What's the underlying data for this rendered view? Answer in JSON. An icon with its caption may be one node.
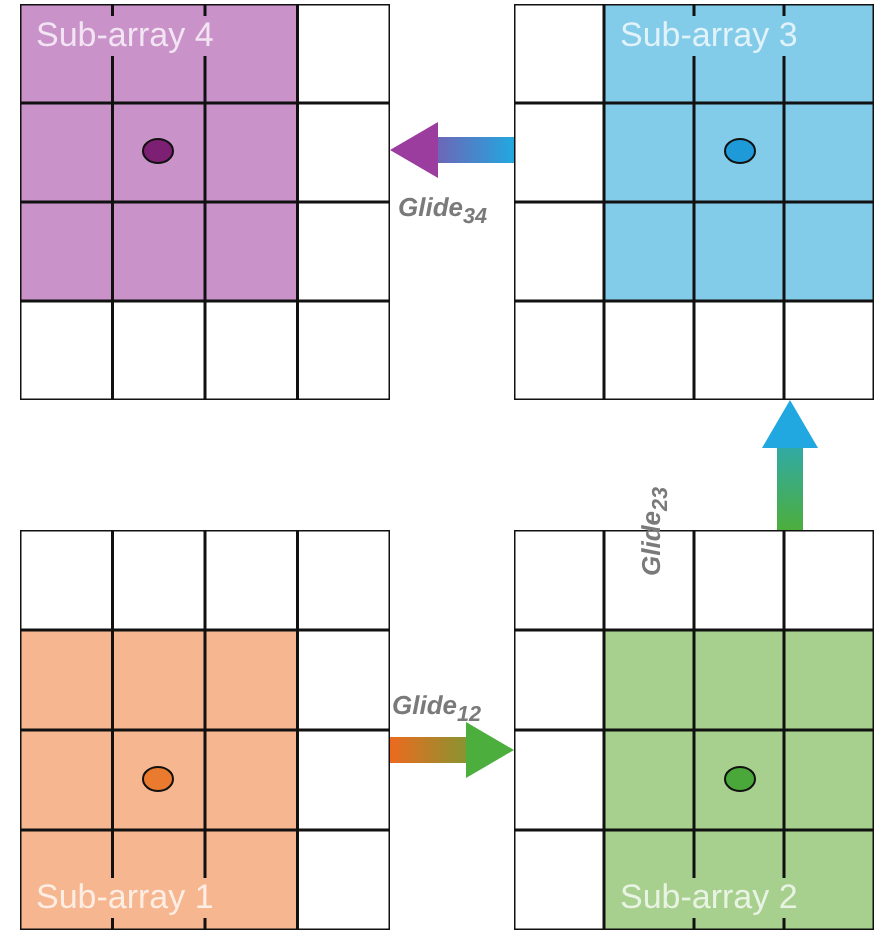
{
  "diagram": {
    "nodes": [
      {
        "text": [
          "Sub-array 4"
        ]
      },
      {
        "text": [
          "Sub-array 3"
        ]
      },
      {
        "text": [
          "Sub-array 1"
        ]
      },
      {
        "text": [
          "Sub-array 2"
        ]
      }
    ],
    "edges": [
      {
        "from": 2,
        "to": 3,
        "arrow": "to",
        "label": "Glide$_{12}$"
      },
      {
        "from": 3,
        "to": 1,
        "arrow": "to",
        "label": "Glide$_{23}$"
      },
      {
        "from": 1,
        "to": 0,
        "arrow": "to",
        "label": "Glide$_{34}$"
      }
    ]
  }
}
